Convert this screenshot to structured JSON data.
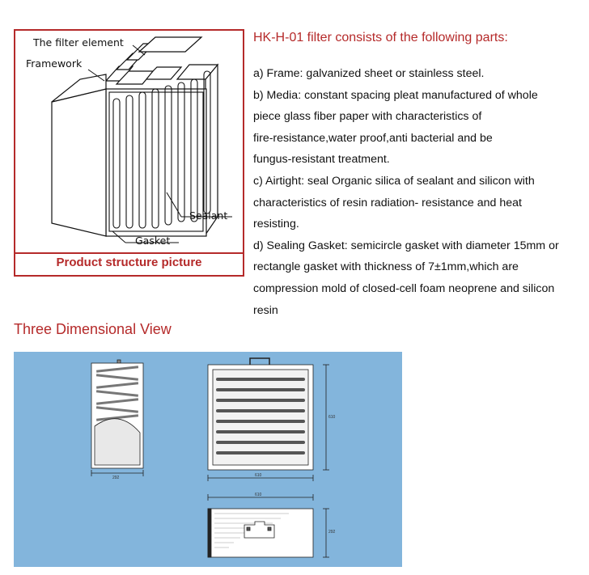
{
  "structure": {
    "labels": {
      "filter_element": "The filter element",
      "framework": "Framework",
      "sealant": "Sealant",
      "gasket": "Gasket"
    },
    "caption": "Product structure picture"
  },
  "description": {
    "heading": "HK-H-01 filter consists of the following parts:",
    "lines": [
      "a) Frame:  galvanized sheet or stainless steel.",
      "b) Media:  constant spacing pleat manufactured of whole",
      "piece glass fiber paper with characteristics of",
      "fire-resistance,water proof,anti bacterial and be",
      "fungus-resistant treatment.",
      "c) Airtight: seal Organic silica of sealant and silicon with",
      "characteristics of resin radiation- resistance and heat",
      "resisting.",
      "d) Sealing Gasket: semicircle gasket with diameter 15mm or",
      "rectangle gasket with thickness of 7±1mm,which are",
      "compression mold of closed-cell foam  neoprene and silicon",
      "resin"
    ]
  },
  "three_d": {
    "title": "Three Dimensional View",
    "dims": {
      "side_width": "292",
      "front_width": "610",
      "front_height": "610",
      "top_width": "610",
      "top_depth": "292"
    }
  },
  "colors": {
    "accent": "#b52a2a",
    "panel": "#83b5dc"
  }
}
